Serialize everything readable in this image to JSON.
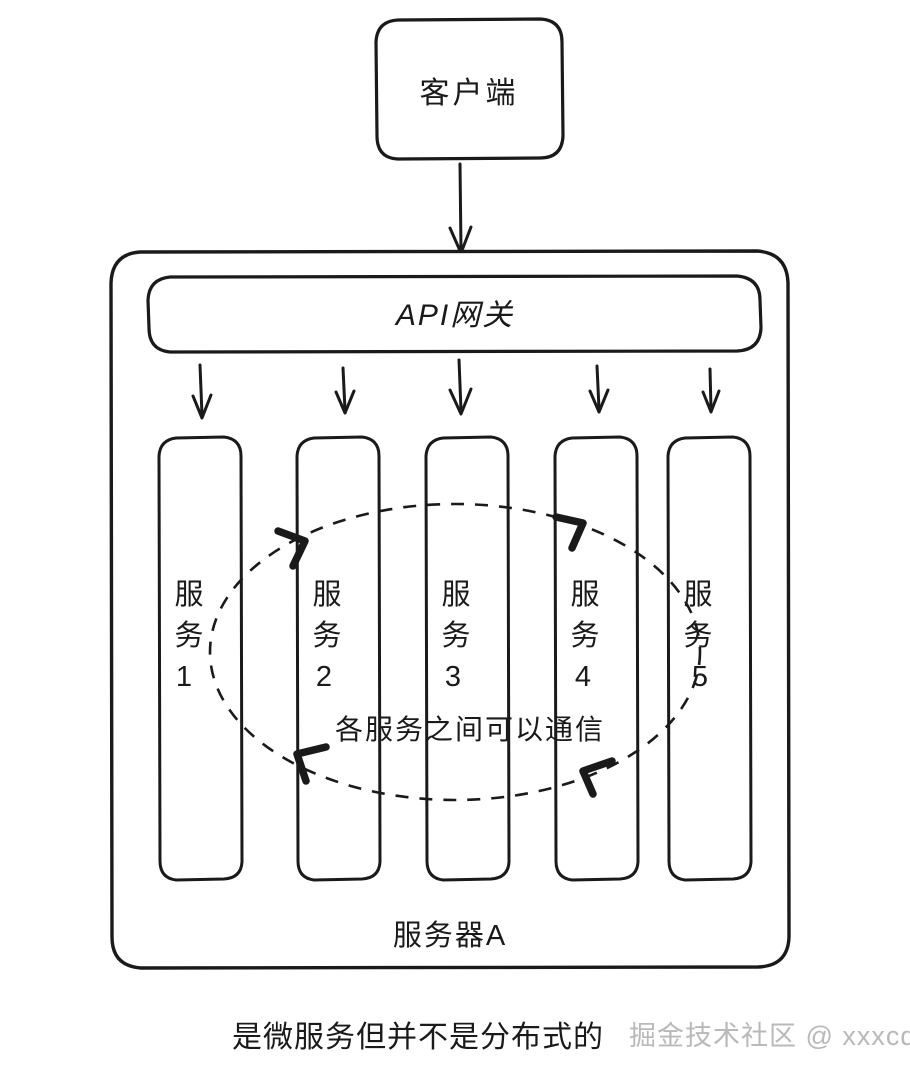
{
  "diagram": {
    "client": {
      "label": "客户端"
    },
    "gateway": {
      "label": "API网关"
    },
    "server": {
      "label": "服务器A"
    },
    "services": [
      {
        "name": "服务",
        "number": "1"
      },
      {
        "name": "服务",
        "number": "2"
      },
      {
        "name": "服务",
        "number": "3"
      },
      {
        "name": "服务",
        "number": "4"
      },
      {
        "name": "服务",
        "number": "5"
      }
    ],
    "communication_label": "各服务之间可以通信",
    "caption": "是微服务但并不是分布式的",
    "watermark": "掘金技术社区 @ xxxcq",
    "colors": {
      "stroke": "#1a1a1a",
      "background": "#ffffff",
      "watermark": "#b9b9b9"
    }
  }
}
